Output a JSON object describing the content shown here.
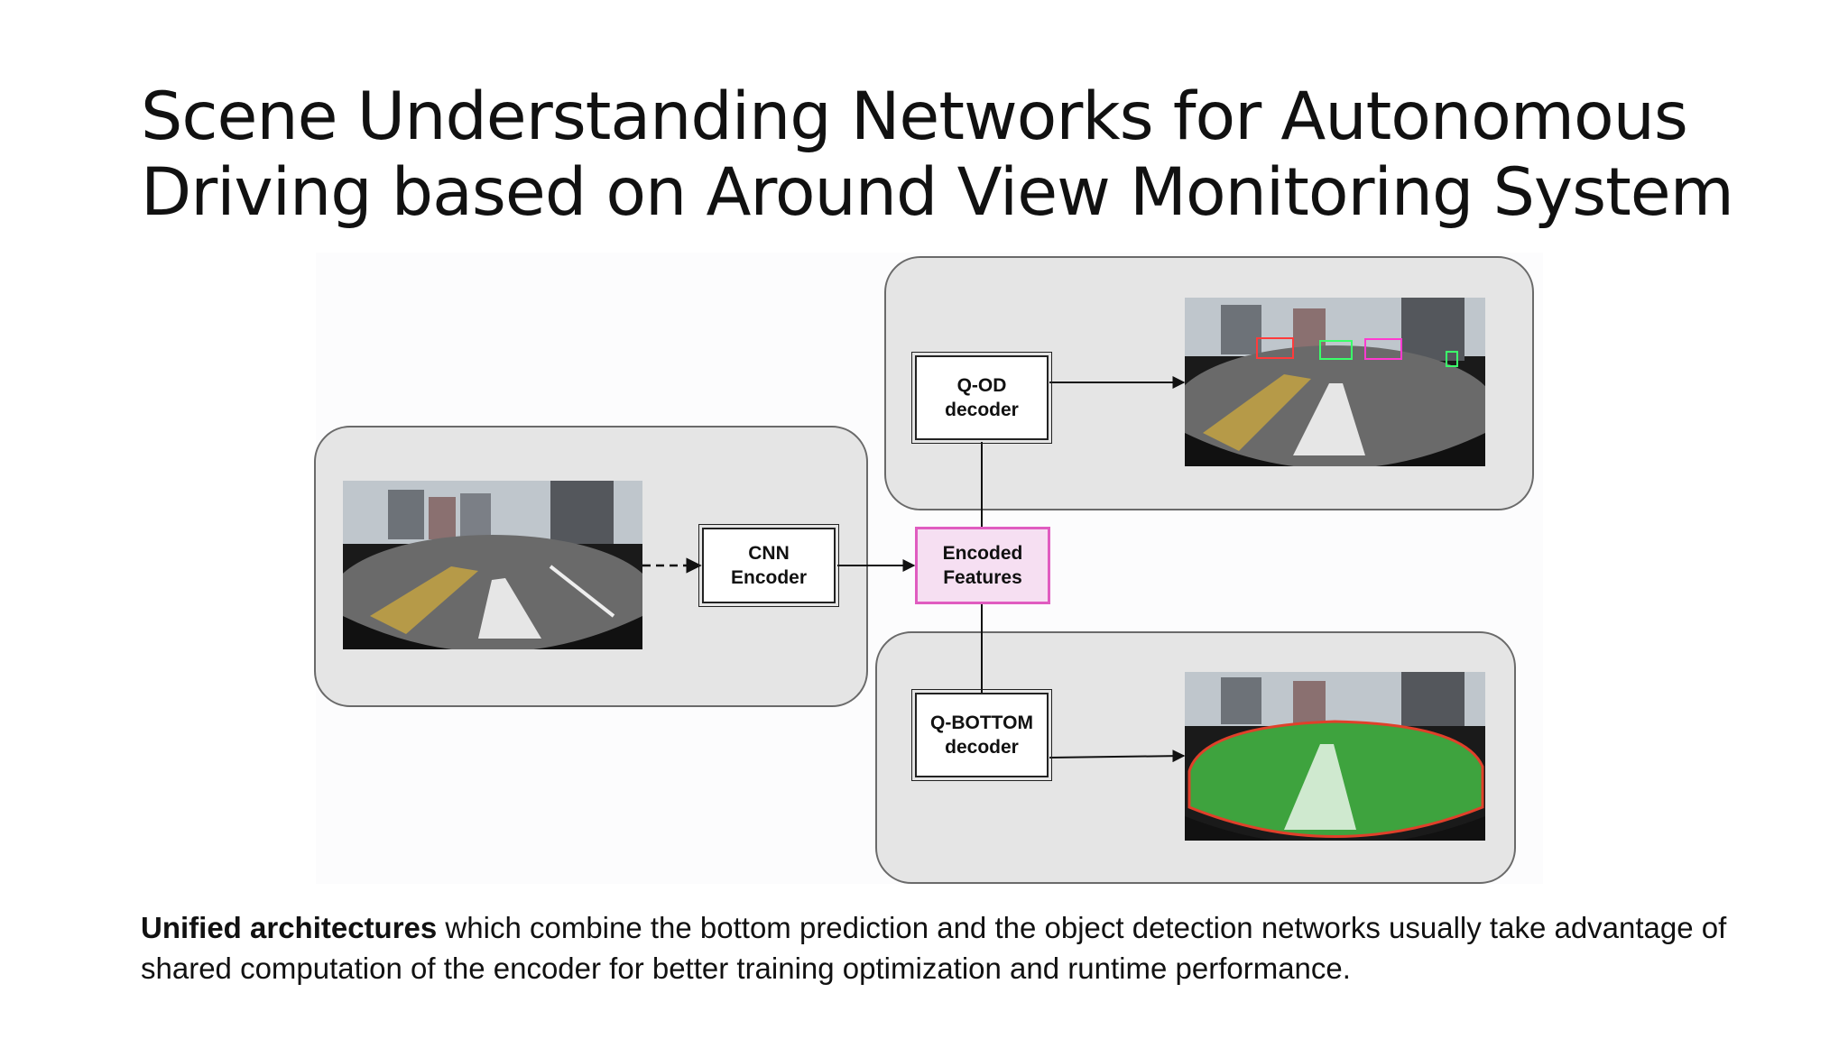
{
  "slide": {
    "title_line1": "Scene Understanding Networks for Autonomous",
    "title_line2": "Driving based on Around View Monitoring System"
  },
  "diagram": {
    "nodes": {
      "cnn_line1": "CNN",
      "cnn_line2": "Encoder",
      "encoded_line1": "Encoded",
      "encoded_line2": "Features",
      "qod_line1": "Q-OD",
      "qod_line2": "decoder",
      "qbottom_line1": "Q-BOTTOM",
      "qbottom_line2": "decoder"
    },
    "photos": {
      "input": "fisheye-camera-input-photo",
      "detection": "object-detection-output-photo",
      "segmentation": "bottom-segmentation-output-photo"
    },
    "colors": {
      "panel_fill": "#e5e5e5",
      "encoded_border": "#e05cc0",
      "encoded_fill": "#f6dff2",
      "segmentation_overlay": "#3ea33e"
    }
  },
  "caption": {
    "bold": "Unified architectures",
    "rest": " which combine the bottom prediction and the object detection networks usually take advantage of shared computation of the encoder for better training optimization and runtime performance."
  }
}
